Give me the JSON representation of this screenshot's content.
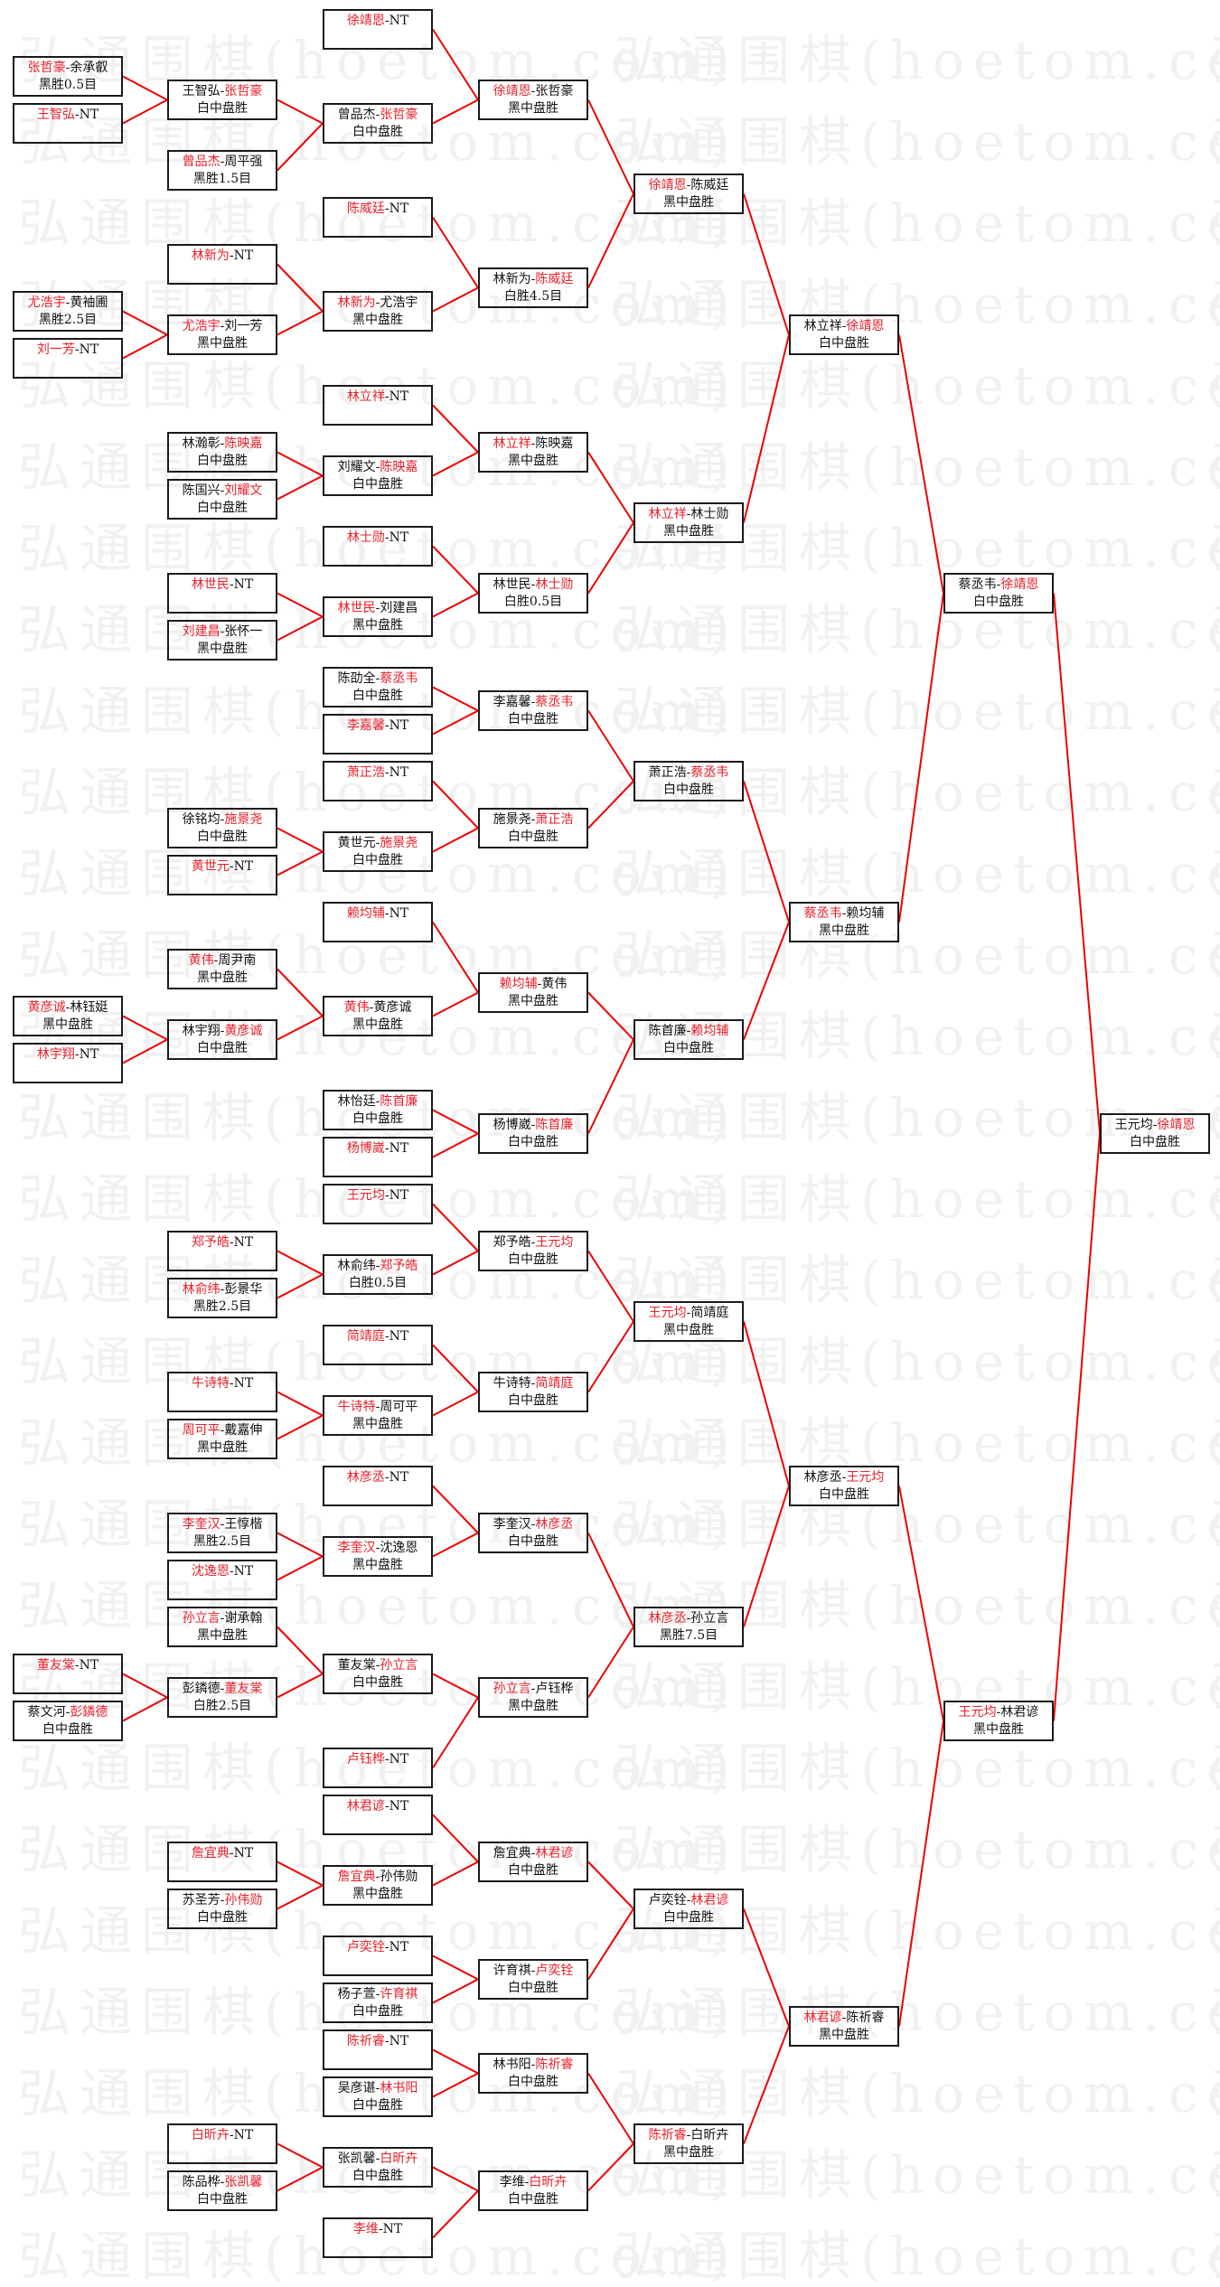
{
  "watermark": "弘通围棋(hoetom.com)",
  "separator": "-",
  "colors": {
    "winner": "#e8202a",
    "connector": "#ee0000",
    "border": "#1a1a1a"
  },
  "matches": [
    {
      "p1": "张哲豪",
      "p2": "余承叡",
      "w": 1,
      "result": "黑胜0.5目",
      "next": 8
    },
    {
      "p1": "王智弘",
      "p2": "NT",
      "w": 1,
      "result": "",
      "next": 8
    },
    {
      "p1": "尤浩宇",
      "p2": "黄袖圃",
      "w": 1,
      "result": "黑胜2.5目",
      "next": 11
    },
    {
      "p1": "刘一芳",
      "p2": "NT",
      "w": 1,
      "result": "",
      "next": 11
    },
    {
      "p1": "黄彦诚",
      "p2": "林钰娗",
      "w": 1,
      "result": "黑中盘胜",
      "next": 19
    },
    {
      "p1": "林宇翔",
      "p2": "NT",
      "w": 1,
      "result": "",
      "next": 19
    },
    {
      "p1": "董友棠",
      "p2": "NT",
      "w": 1,
      "result": "",
      "next": 27
    },
    {
      "p1": "蔡文河",
      "p2": "彭鏻德",
      "w": 2,
      "result": "白中盘胜",
      "next": 27
    },
    {
      "p1": "王智弘",
      "p2": "张哲豪",
      "w": 2,
      "result": "白中盘胜",
      "next": 33
    },
    {
      "p1": "曾品杰",
      "p2": "周平强",
      "w": 1,
      "result": "黑胜1.5目",
      "next": 33
    },
    {
      "p1": "林新为",
      "p2": "NT",
      "w": 1,
      "result": "",
      "next": 35
    },
    {
      "p1": "尤浩宇",
      "p2": "刘一芳",
      "w": 1,
      "result": "黑中盘胜",
      "next": 35
    },
    {
      "p1": "林瀚彰",
      "p2": "陈映嘉",
      "w": 2,
      "result": "白中盘胜",
      "next": 37
    },
    {
      "p1": "陈国兴",
      "p2": "刘耀文",
      "w": 2,
      "result": "白中盘胜",
      "next": 37
    },
    {
      "p1": "林世民",
      "p2": "NT",
      "w": 1,
      "result": "",
      "next": 39
    },
    {
      "p1": "刘建昌",
      "p2": "张怀一",
      "w": 1,
      "result": "黑中盘胜",
      "next": 39
    },
    {
      "p1": "徐铭均",
      "p2": "施景尧",
      "w": 2,
      "result": "白中盘胜",
      "next": 43
    },
    {
      "p1": "黄世元",
      "p2": "NT",
      "w": 1,
      "result": "",
      "next": 43
    },
    {
      "p1": "黄伟",
      "p2": "周尹南",
      "w": 1,
      "result": "黑中盘胜",
      "next": 45
    },
    {
      "p1": "林宇翔",
      "p2": "黄彦诚",
      "w": 2,
      "result": "白中盘胜",
      "next": 45
    },
    {
      "p1": "郑予皓",
      "p2": "NT",
      "w": 1,
      "result": "",
      "next": 49
    },
    {
      "p1": "林俞纬",
      "p2": "彭景华",
      "w": 1,
      "result": "黑胜2.5目",
      "next": 49
    },
    {
      "p1": "牛诗特",
      "p2": "NT",
      "w": 1,
      "result": "",
      "next": 51
    },
    {
      "p1": "周可平",
      "p2": "戴嘉伸",
      "w": 1,
      "result": "黑中盘胜",
      "next": 51
    },
    {
      "p1": "李奎汉",
      "p2": "王惇楷",
      "w": 1,
      "result": "黑胜2.5目",
      "next": 53
    },
    {
      "p1": "沈逸恩",
      "p2": "NT",
      "w": 1,
      "result": "",
      "next": 53
    },
    {
      "p1": "孙立言",
      "p2": "谢承翰",
      "w": 1,
      "result": "黑中盘胜",
      "next": 54
    },
    {
      "p1": "彭鏻德",
      "p2": "董友棠",
      "w": 2,
      "result": "白胜2.5目",
      "next": 54
    },
    {
      "p1": "詹宜典",
      "p2": "NT",
      "w": 1,
      "result": "",
      "next": 57
    },
    {
      "p1": "苏圣芳",
      "p2": "孙伟勋",
      "w": 2,
      "result": "白中盘胜",
      "next": 57
    },
    {
      "p1": "白昕卉",
      "p2": "NT",
      "w": 1,
      "result": "",
      "next": 62
    },
    {
      "p1": "陈品桦",
      "p2": "张凯馨",
      "w": 2,
      "result": "白中盘胜",
      "next": 62
    },
    {
      "p1": "徐靖恩",
      "p2": "NT",
      "w": 1,
      "result": "",
      "next": 64
    },
    {
      "p1": "曾品杰",
      "p2": "张哲豪",
      "w": 2,
      "result": "白中盘胜",
      "next": 64
    },
    {
      "p1": "陈威廷",
      "p2": "NT",
      "w": 1,
      "result": "",
      "next": 65
    },
    {
      "p1": "林新为",
      "p2": "尤浩宇",
      "w": 1,
      "result": "黑中盘胜",
      "next": 65
    },
    {
      "p1": "林立祥",
      "p2": "NT",
      "w": 1,
      "result": "",
      "next": 66
    },
    {
      "p1": "刘耀文",
      "p2": "陈映嘉",
      "w": 2,
      "result": "白中盘胜",
      "next": 66
    },
    {
      "p1": "林士勋",
      "p2": "NT",
      "w": 1,
      "result": "",
      "next": 67
    },
    {
      "p1": "林世民",
      "p2": "刘建昌",
      "w": 1,
      "result": "黑中盘胜",
      "next": 67
    },
    {
      "p1": "陈劭全",
      "p2": "蔡丞韦",
      "w": 2,
      "result": "白中盘胜",
      "next": 68
    },
    {
      "p1": "李嘉馨",
      "p2": "NT",
      "w": 1,
      "result": "",
      "next": 68
    },
    {
      "p1": "萧正浩",
      "p2": "NT",
      "w": 1,
      "result": "",
      "next": 69
    },
    {
      "p1": "黄世元",
      "p2": "施景尧",
      "w": 2,
      "result": "白中盘胜",
      "next": 69
    },
    {
      "p1": "赖均辅",
      "p2": "NT",
      "w": 1,
      "result": "",
      "next": 70
    },
    {
      "p1": "黄伟",
      "p2": "黄彦诚",
      "w": 1,
      "result": "黑中盘胜",
      "next": 70
    },
    {
      "p1": "林怡廷",
      "p2": "陈首廉",
      "w": 2,
      "result": "白中盘胜",
      "next": 71
    },
    {
      "p1": "杨博崴",
      "p2": "NT",
      "w": 1,
      "result": "",
      "next": 71
    },
    {
      "p1": "王元均",
      "p2": "NT",
      "w": 1,
      "result": "",
      "next": 72
    },
    {
      "p1": "林俞纬",
      "p2": "郑予皓",
      "w": 2,
      "result": "白胜0.5目",
      "next": 72
    },
    {
      "p1": "简靖庭",
      "p2": "NT",
      "w": 1,
      "result": "",
      "next": 73
    },
    {
      "p1": "牛诗特",
      "p2": "周可平",
      "w": 1,
      "result": "黑中盘胜",
      "next": 73
    },
    {
      "p1": "林彦丞",
      "p2": "NT",
      "w": 1,
      "result": "",
      "next": 74
    },
    {
      "p1": "李奎汉",
      "p2": "沈逸恩",
      "w": 1,
      "result": "黑中盘胜",
      "next": 74
    },
    {
      "p1": "董友棠",
      "p2": "孙立言",
      "w": 2,
      "result": "白中盘胜",
      "next": 75
    },
    {
      "p1": "卢钰桦",
      "p2": "NT",
      "w": 1,
      "result": "",
      "next": 75
    },
    {
      "p1": "林君谚",
      "p2": "NT",
      "w": 1,
      "result": "",
      "next": 76
    },
    {
      "p1": "詹宜典",
      "p2": "孙伟勋",
      "w": 1,
      "result": "黑中盘胜",
      "next": 76
    },
    {
      "p1": "卢奕铨",
      "p2": "NT",
      "w": 1,
      "result": "",
      "next": 77
    },
    {
      "p1": "杨子萱",
      "p2": "许育祺",
      "w": 2,
      "result": "白中盘胜",
      "next": 77
    },
    {
      "p1": "陈祈睿",
      "p2": "NT",
      "w": 1,
      "result": "",
      "next": 78
    },
    {
      "p1": "吴彦谌",
      "p2": "林书阳",
      "w": 2,
      "result": "白中盘胜",
      "next": 78
    },
    {
      "p1": "张凯馨",
      "p2": "白昕卉",
      "w": 2,
      "result": "白中盘胜",
      "next": 79
    },
    {
      "p1": "李维",
      "p2": "NT",
      "w": 1,
      "result": "",
      "next": 79
    },
    {
      "p1": "徐靖恩",
      "p2": "张哲豪",
      "w": 1,
      "result": "黑中盘胜",
      "next": 80
    },
    {
      "p1": "林新为",
      "p2": "陈威廷",
      "w": 2,
      "result": "白胜4.5目",
      "next": 80
    },
    {
      "p1": "林立祥",
      "p2": "陈映嘉",
      "w": 1,
      "result": "黑中盘胜",
      "next": 81
    },
    {
      "p1": "林世民",
      "p2": "林士勋",
      "w": 2,
      "result": "白胜0.5目",
      "next": 81
    },
    {
      "p1": "李嘉馨",
      "p2": "蔡丞韦",
      "w": 2,
      "result": "白中盘胜",
      "next": 82
    },
    {
      "p1": "施景尧",
      "p2": "萧正浩",
      "w": 2,
      "result": "白中盘胜",
      "next": 82
    },
    {
      "p1": "赖均辅",
      "p2": "黄伟",
      "w": 1,
      "result": "黑中盘胜",
      "next": 83
    },
    {
      "p1": "杨博崴",
      "p2": "陈首廉",
      "w": 2,
      "result": "白中盘胜",
      "next": 83
    },
    {
      "p1": "郑予皓",
      "p2": "王元均",
      "w": 2,
      "result": "白中盘胜",
      "next": 84
    },
    {
      "p1": "牛诗特",
      "p2": "简靖庭",
      "w": 2,
      "result": "白中盘胜",
      "next": 84
    },
    {
      "p1": "李奎汉",
      "p2": "林彦丞",
      "w": 2,
      "result": "白中盘胜",
      "next": 85
    },
    {
      "p1": "孙立言",
      "p2": "卢钰桦",
      "w": 1,
      "result": "黑中盘胜",
      "next": 85
    },
    {
      "p1": "詹宜典",
      "p2": "林君谚",
      "w": 2,
      "result": "白中盘胜",
      "next": 86
    },
    {
      "p1": "许育祺",
      "p2": "卢奕铨",
      "w": 2,
      "result": "白中盘胜",
      "next": 86
    },
    {
      "p1": "林书阳",
      "p2": "陈祈睿",
      "w": 2,
      "result": "白中盘胜",
      "next": 87
    },
    {
      "p1": "李维",
      "p2": "白昕卉",
      "w": 2,
      "result": "白中盘胜",
      "next": 87
    },
    {
      "p1": "徐靖恩",
      "p2": "陈威廷",
      "w": 1,
      "result": "黑中盘胜",
      "next": 88
    },
    {
      "p1": "林立祥",
      "p2": "林士勋",
      "w": 1,
      "result": "黑中盘胜",
      "next": 88
    },
    {
      "p1": "萧正浩",
      "p2": "蔡丞韦",
      "w": 2,
      "result": "白中盘胜",
      "next": 89
    },
    {
      "p1": "陈首廉",
      "p2": "赖均辅",
      "w": 2,
      "result": "白中盘胜",
      "next": 89
    },
    {
      "p1": "王元均",
      "p2": "简靖庭",
      "w": 1,
      "result": "黑中盘胜",
      "next": 90
    },
    {
      "p1": "林彦丞",
      "p2": "孙立言",
      "w": 1,
      "result": "黑胜7.5目",
      "next": 90
    },
    {
      "p1": "卢奕铨",
      "p2": "林君谚",
      "w": 2,
      "result": "白中盘胜",
      "next": 91
    },
    {
      "p1": "陈祈睿",
      "p2": "白昕卉",
      "w": 1,
      "result": "黑中盘胜",
      "next": 91
    },
    {
      "p1": "林立祥",
      "p2": "徐靖恩",
      "w": 2,
      "result": "白中盘胜",
      "next": 92
    },
    {
      "p1": "蔡丞韦",
      "p2": "赖均辅",
      "w": 1,
      "result": "黑中盘胜",
      "next": 92
    },
    {
      "p1": "林彦丞",
      "p2": "王元均",
      "w": 2,
      "result": "白中盘胜",
      "next": 93
    },
    {
      "p1": "林君谚",
      "p2": "陈祈睿",
      "w": 1,
      "result": "黑中盘胜",
      "next": 93
    },
    {
      "p1": "蔡丞韦",
      "p2": "徐靖恩",
      "w": 2,
      "result": "白中盘胜",
      "next": 94
    },
    {
      "p1": "王元均",
      "p2": "林君谚",
      "w": 1,
      "result": "黑中盘胜",
      "next": 94
    },
    {
      "p1": "王元均",
      "p2": "徐靖恩",
      "w": 2,
      "result": "白中盘胜",
      "next": null
    }
  ]
}
